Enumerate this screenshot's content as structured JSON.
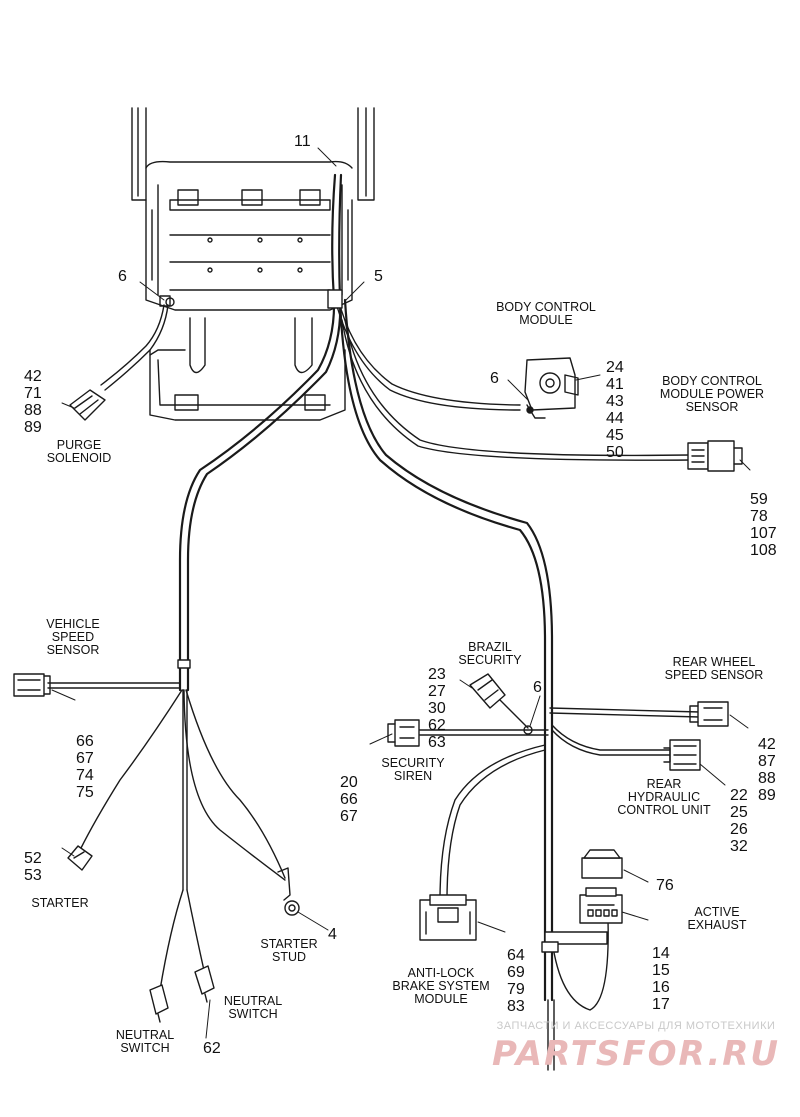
{
  "labels": {
    "body_control_module": "BODY CONTROL\nMODULE",
    "bcm_power_sensor": "BODY CONTROL\nMODULE POWER\nSENSOR",
    "purge_solenoid": "PURGE\nSOLENOID",
    "vehicle_speed_sensor": "VEHICLE\nSPEED\nSENSOR",
    "brazil_security": "BRAZIL\nSECURITY",
    "rear_wheel_speed_sensor": "REAR WHEEL\nSPEED SENSOR",
    "security_siren": "SECURITY\nSIREN",
    "rear_hydraulic_control_unit": "REAR\nHYDRAULIC\nCONTROL UNIT",
    "starter": "STARTER",
    "active_exhaust": "ACTIVE\nEXHAUST",
    "starter_stud": "STARTER\nSTUD",
    "anti_lock_brake_module": "ANTI-LOCK\nBRAKE SYSTEM\nMODULE",
    "neutral_switch_right": "NEUTRAL\nSWITCH",
    "neutral_switch_left": "NEUTRAL\nSWITCH"
  },
  "callouts": {
    "frame": "11",
    "clip_left": "6",
    "clip_right": "5",
    "purge": [
      "42",
      "71",
      "88",
      "89"
    ],
    "bcm": [
      "24",
      "41",
      "43",
      "44",
      "45",
      "50"
    ],
    "bcm_clip": "6",
    "power_sensor": [
      "59",
      "78",
      "107",
      "108"
    ],
    "brazil": [
      "23",
      "27",
      "30",
      "62",
      "63"
    ],
    "brazil_clip": "6",
    "vss": [
      "66",
      "67",
      "74",
      "75"
    ],
    "rear_wheel": [
      "42",
      "87",
      "88",
      "89"
    ],
    "siren": [
      "20",
      "66",
      "67"
    ],
    "hydraulic": [
      "22",
      "25",
      "26",
      "32"
    ],
    "starter": [
      "52",
      "53"
    ],
    "active_exhaust_cap": "76",
    "active_exhaust": [
      "14",
      "15",
      "16",
      "17"
    ],
    "abs": [
      "64",
      "69",
      "79",
      "83"
    ],
    "starter_stud": "4",
    "neutral": "62"
  },
  "watermark": {
    "tagline": "ЗАПЧАСТИ И АКСЕССУАРЫ ДЛЯ МОТОТЕХНИКИ",
    "brand": "PARTSFOR.RU"
  }
}
